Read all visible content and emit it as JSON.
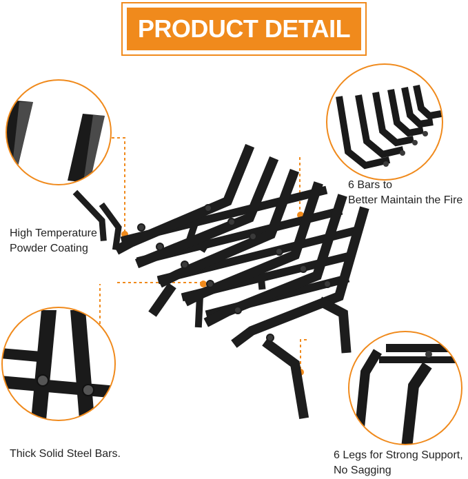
{
  "header": {
    "title": "PRODUCT DETAIL"
  },
  "callouts": [
    {
      "id": "coating",
      "line1": "High Temperature",
      "line2": "Powder Coating"
    },
    {
      "id": "bars",
      "line1": "6 Bars to",
      "line2": "Better Maintain the Fire"
    },
    {
      "id": "steel",
      "line1": "Thick Solid Steel Bars.",
      "line2": ""
    },
    {
      "id": "legs",
      "line1": "6 Legs for Strong Support,",
      "line2": "No Sagging"
    }
  ],
  "colors": {
    "accent": "#f08a1c",
    "steel": "#1d1d1d",
    "label": "#222222"
  }
}
